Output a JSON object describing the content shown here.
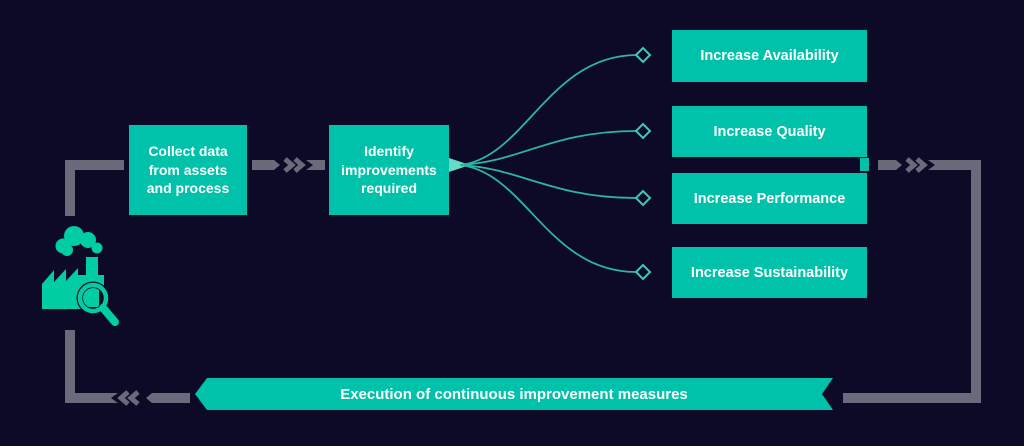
{
  "diagram": {
    "title_hint": "continuous improvement loop",
    "colors": {
      "background": "#0d0a28",
      "node_teal": "#00c1a9",
      "icon_teal": "#00cda2",
      "curve_teal": "#2db5a3",
      "curve_origin_highlight": "#66dcc4",
      "connector_gray": "#6a6a7b",
      "text": "#ffffff"
    },
    "nodes": {
      "collect": {
        "label": "Collect data from assets and process"
      },
      "identify": {
        "label": "Identify improvements required"
      },
      "outcomes": [
        {
          "label": "Increase Availability"
        },
        {
          "label": "Increase Quality"
        },
        {
          "label": "Increase Performance"
        },
        {
          "label": "Increase Sustainability"
        }
      ],
      "execution": {
        "label": "Execution of continuous improvement measures"
      }
    },
    "icons": [
      {
        "name": "factory-icon"
      },
      {
        "name": "smoke-cloud-icon"
      },
      {
        "name": "magnifier-icon"
      },
      {
        "name": "chevron-flow-arrows"
      },
      {
        "name": "diamond-connector-markers"
      }
    ]
  }
}
